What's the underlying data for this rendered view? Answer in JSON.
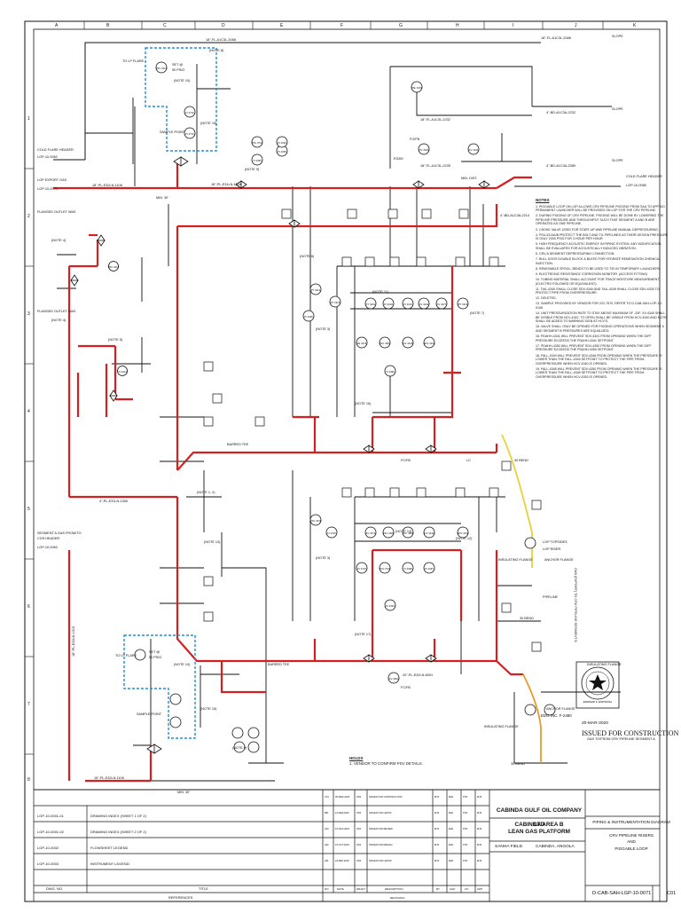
{
  "grid": {
    "columns": [
      "A",
      "B",
      "C",
      "D",
      "E",
      "F",
      "G",
      "H",
      "I",
      "J",
      "K"
    ],
    "rows": [
      "1",
      "2",
      "3",
      "4",
      "5",
      "6",
      "7",
      "8"
    ]
  },
  "lines": {
    "top_left": "18\"-FL-A1C3L-2088",
    "top_right": "18\"-FL-A1C3L-2088",
    "slope_top": "SLOPE",
    "slope_mid": "SLOPE",
    "slope_right": "SLOPE",
    "l_4_2089": "4\"-BD-A1C3A-2089",
    "l_4_2232": "4\"-BD-A1C3A-2232",
    "export_main": "18\"-PL-E32LN-1108",
    "export_main_mid": "18\"-PL-E31LN-1159",
    "gas_riser_top": "4\"-PL-E31LN-1306",
    "gas_riser_low": "18\"-PL-E32LN-1315",
    "bottom_main": "18\"-PL-E32LN-1108",
    "bottom_right": "20\"-PL-E32LN-8001",
    "right_2214": "4\"-BD-A1C3A-2214",
    "flare_2232": "18\"-FL-A1C3L-2232",
    "flare_2235": "18\"-FL-A1C3L-2235"
  },
  "labels": {
    "cold_flare_header": "COLD FLARE HEADER",
    "cold_flare_tag": "LGP-10-0062",
    "lgp_export_gas": "LGP EXPORT GAS",
    "lgp_export_tag": "LGP-10-0070",
    "cold_flare_right": "COLD FLARE HEADER",
    "cold_flare_right_tag": "LGP-10-0065",
    "segment_a": "SEGMENT A GAS FROM/TO",
    "cgs_header": "CGS HEADER",
    "segment_tag": "LGP-10-0063",
    "to_lp_flare": "TO LP FLARE",
    "sample_point": "SAMPLE POINT",
    "sample_point2": "SAMPLE POINT",
    "set_at": "SET @",
    "set_psig": "50 PSIG",
    "min_dist": "MIN. 30'",
    "min_dist_bottom": "MIN. 30'",
    "flanged_outlet": "FLANGED OUTLET WAS",
    "flanged_outlet_2": "FLANGED OUTLET WAS",
    "barred_tee": "BARRED TEE",
    "barred_tee2": "BARRED TEE",
    "insulating_flange": "INSULATING FLANGE",
    "insulating_flange2": "INSULATING FLANGE",
    "insulating_flange3": "INSULATING FLANGE",
    "anchor_flange": "ANCHOR FLANGE",
    "anchor_flange2": "ANCHOR FLANGE",
    "lgp_topsides": "LGP TOPSIDES",
    "lgp_riser": "LGP RISER",
    "pipeline": "PIPELINE",
    "gas_export": "GAS (EXPORT) TO CRV PIPELINE SEGMENT B",
    "gas_to_from": "GAS TO/FROM CRV PIPELINE SEGMENT A",
    "thirty_bend": "30 BEND",
    "min_dist_right": "MIN. DIST.",
    "note8": "(NOTE 8)",
    "note10": "(NOTE 10)",
    "note15": "(NOTE 15)",
    "note13": "(NOTE 13)",
    "note9": "(NOTE 9)",
    "note14": "(NOTE 14)",
    "note12": "(NOTE 12)",
    "note11": "(NOTE 11)",
    "note1_2": "(NOTE 1, 2)",
    "note4": "(NOTE 4)",
    "note3": "(NOTE 3)",
    "note5": "(NOTE 5)",
    "note6": "(NOTE 6)",
    "note7": "(NOTE 7)",
    "note16": "(NOTE 16)",
    "note17": "(NOTE 17)",
    "fo_fb": "FO/FB",
    "fc_fb": "FC/FB",
    "lc": "LC",
    "eszm": "ESZM"
  },
  "tags": [
    "PSV 4313",
    "FI 3710",
    "PI 3710",
    "ZSV 3710",
    "TI 4395",
    "PI 4395",
    "PI 4393",
    "ZSL 4393",
    "XV 4341",
    "XV 4340",
    "PSV 4312",
    "TI 4314",
    "PT 4314",
    "PT 4315",
    "FE 4374",
    "ZSC 4381",
    "HV 4340",
    "SDV 4334",
    "XV 4377",
    "PT 4318",
    "TT 4310",
    "PI 4318",
    "PI 4315",
    "XV 4342",
    "TI 4396",
    "PI 4396",
    "PSV 4311",
    "FI 3720",
    "PI 3720",
    "ZSV 3720",
    "TI 4398",
    "PI 4397",
    "FV 4373",
    "ZSO 4389",
    "ZSC 4389",
    "HV 4342",
    "SDV 4334",
    "PI 4394",
    "XV 4391"
  ],
  "notes_title": "NOTES",
  "notes": [
    "1. PIGGABLE LOOP ON LGP ALLOWS CRV PIPELINE PIGGING FROM SAA TO APP. NO PERMANENT LAUNCHER WILL BE PROVIDED ON LGP FOR THE CRV PIPELINE.",
    "2. DURING PIGGING OF CRV PIPELINE, PIGGING WILL BE DONE BY LOWERING THE PIPELINE PRESSURE AND THROUGHPUT SUCH THAT SEGMENT A AND B ARE OPERATED AS ONE PIPELINE.",
    "3. CHOKE VALVE USED FOR START-UP AND PIPELINE MANUAL DEPRESSURING.",
    "4. PSV-4313A/B PROTECT THE BOLT AND TIL PIPELINES AS THEIR DESIGN PRESSURE IS ONLY 2000 PSIG FOR 3 HOUR PER HOUR.",
    "5. HIGH FREQUENCY ACOUSTIC ENERGY IN PIPING SYSTEM. ANY MODIFICATION SHALL BE EVALUATED FOR ACOUSTICALLY INDUCED VIBRATION.",
    "6. CRV-A SEGMENT DEPRESSURING CONNECTION.",
    "7. BULL DOGS DOUBLE BLOCK & BLEED FOR HYDRATE REMEDIATION CHEMICAL INJECTION.",
    "8. REMOVABLE SPOOL, BENDS TO BE USED TO TIE-IN TEMPORARY LAUNCHERS.",
    "9. ELECTRONIC RESISTANCE CORROSION MONITOR. (ACCESS FITTING)",
    "10. TUBING MATERIAL SHALL ACCOUNT FOR TRACE MOISTURE MEASUREMENT (ELECTRO POLISHED OR EQUIVALENT).",
    "11. TAIL-4340 SHALL CLOSE SDV-4340 AND TAIL-4335 SHALL CLOSE SDV-4335 TO PROTECT PIPE FROM OVERPRESSURE.",
    "12. DELETED.",
    "13. SAMPLE PROVIDED BY VENDOR FOR 222-7570. REFER TO D-CAB-SAH-LGP-10-0108",
    "14. UNIT PRESSURIZATION RATE TO STAY ABOVE MAXIMUM OF -20F. XV-4340 SHALL BE VISIBLE FROM HCV-4342. TO OPEN SHALL BE VISIBLE FROM HCV-4340 AND NOTE SHALL BE ADDED TO WARNING SIGN AT HCV'S.",
    "15. VALVE SHALL ONLY BE OPENED FOR PIGGING OPERATIONS WHEN SEGMENT A AND SEGMENT B PRESSURES ARE EQUALIZED.",
    "16. PDAHH-4341 WILL PREVENT SDV-4341 FROM OPENING WHEN THE DIFF PRESSURE EXCEEDS THE PDAHH-4341 SETPOINT.",
    "17. PDAHH-4350 WILL PREVENT SDV-4350 FROM OPENING WHEN THE DIFF PRESSURE EXCEEDS THE PDAHH-4350 SETPOINT.",
    "18. FALL-4349 WILL PREVENT SDV-4348 FROM OPENING WHEN THE PRESSURE IS LOWER THAN THE FALL-4349 SETPOINT TO PROTECT THE PIPE FROM OVERPRESSURE WHEN HCV-4340 IS OPENED.",
    "19. FALL-4348 WILL PREVENT SDV-4350 FROM OPENING WHEN THE PRESSURE IS LOWER THAN THE FALL-4348 SETPOINT TO PROTECT THE PIPE FROM OVERPRESSURE WHEN HCV-4353 IS OPENED."
  ],
  "holds_title": "HOLDS",
  "holds": [
    "1.  VENDOR TO CONFIRM PSV DETAILS."
  ],
  "stamp": {
    "license": "EDG INC. F-2480",
    "date": "20-MAR-2020",
    "issued": "ISSUED FOR CONSTRUCTION",
    "seal_name": "EDWARD F. ESPINOSA"
  },
  "revisions": {
    "headers": [
      "NO.",
      "DATE",
      "DRAFT",
      "DESCRIPTION",
      "BY",
      "CHK",
      "OC",
      "APP"
    ],
    "rows": [
      [
        "C01",
        "05-MAR-2020",
        "SSS",
        "ISSUED FOR CONSTRUCTION",
        "MJS",
        "EFE",
        "KTR",
        "MJS"
      ],
      [
        "B01",
        "16-FEB-2020",
        "SSS",
        "ISSUED FOR HAZOP",
        "MJS",
        "EFE",
        "KTR",
        "MJS"
      ],
      [
        "A03",
        "10-NOV-2019",
        "SSS",
        "ISSUED FOR REVIEW",
        "MJS",
        "EFE",
        "KTR",
        "MJS"
      ],
      [
        "A02",
        "15-OCT-2019",
        "SSS",
        "ISSUED FOR DESIGN",
        "MJS",
        "EFE",
        "KTR",
        "MJS"
      ],
      [
        "A01",
        "24-SEP-2019",
        "SSS",
        "ISSUED FOR HAZOP",
        "MJS",
        "EFE",
        "KTR",
        "MJS"
      ]
    ],
    "footer": "REVISIONS"
  },
  "references": {
    "headers": [
      "DWG. NO.",
      "TITLE"
    ],
    "rows": [
      [
        "LGP-10-0001-01",
        "DRAWING INDEX (SHEET 1 OF 2)"
      ],
      [
        "LGP-10-0001-02",
        "DRAWING INDEX (SHEET 2 OF 2)"
      ],
      [
        "LGP-10-0002",
        "FLOWSHEET LEGEND"
      ],
      [
        "LGP-10-0003",
        "INSTRUMENT LEGEND"
      ]
    ],
    "footer": "REFERENCES"
  },
  "title_block": {
    "company": "CABINDA GULF OIL COMPANY LTD",
    "project_1": "CABINDA AREA B",
    "project_2": "LEAN GAS PLATFORM",
    "field": "SANHA FIELD",
    "location": "CABINDA, ANGOLA",
    "title_1": "PIPING & INSTRUMENTATION DIAGRAM",
    "title_2": "CRV PIPELINE RISERS",
    "title_3": "AND",
    "title_4": "PIGGABLE LOOP",
    "drawing_number": "D-CAB-SAH-LGP-10-0071",
    "revision": "C01"
  },
  "colors": {
    "process_line": "#d42020",
    "instrument_box": "#1e8fd8",
    "highlight_yellow": "#e8d23a",
    "highlight_orange": "#e89a2a",
    "ink": "#111111"
  }
}
